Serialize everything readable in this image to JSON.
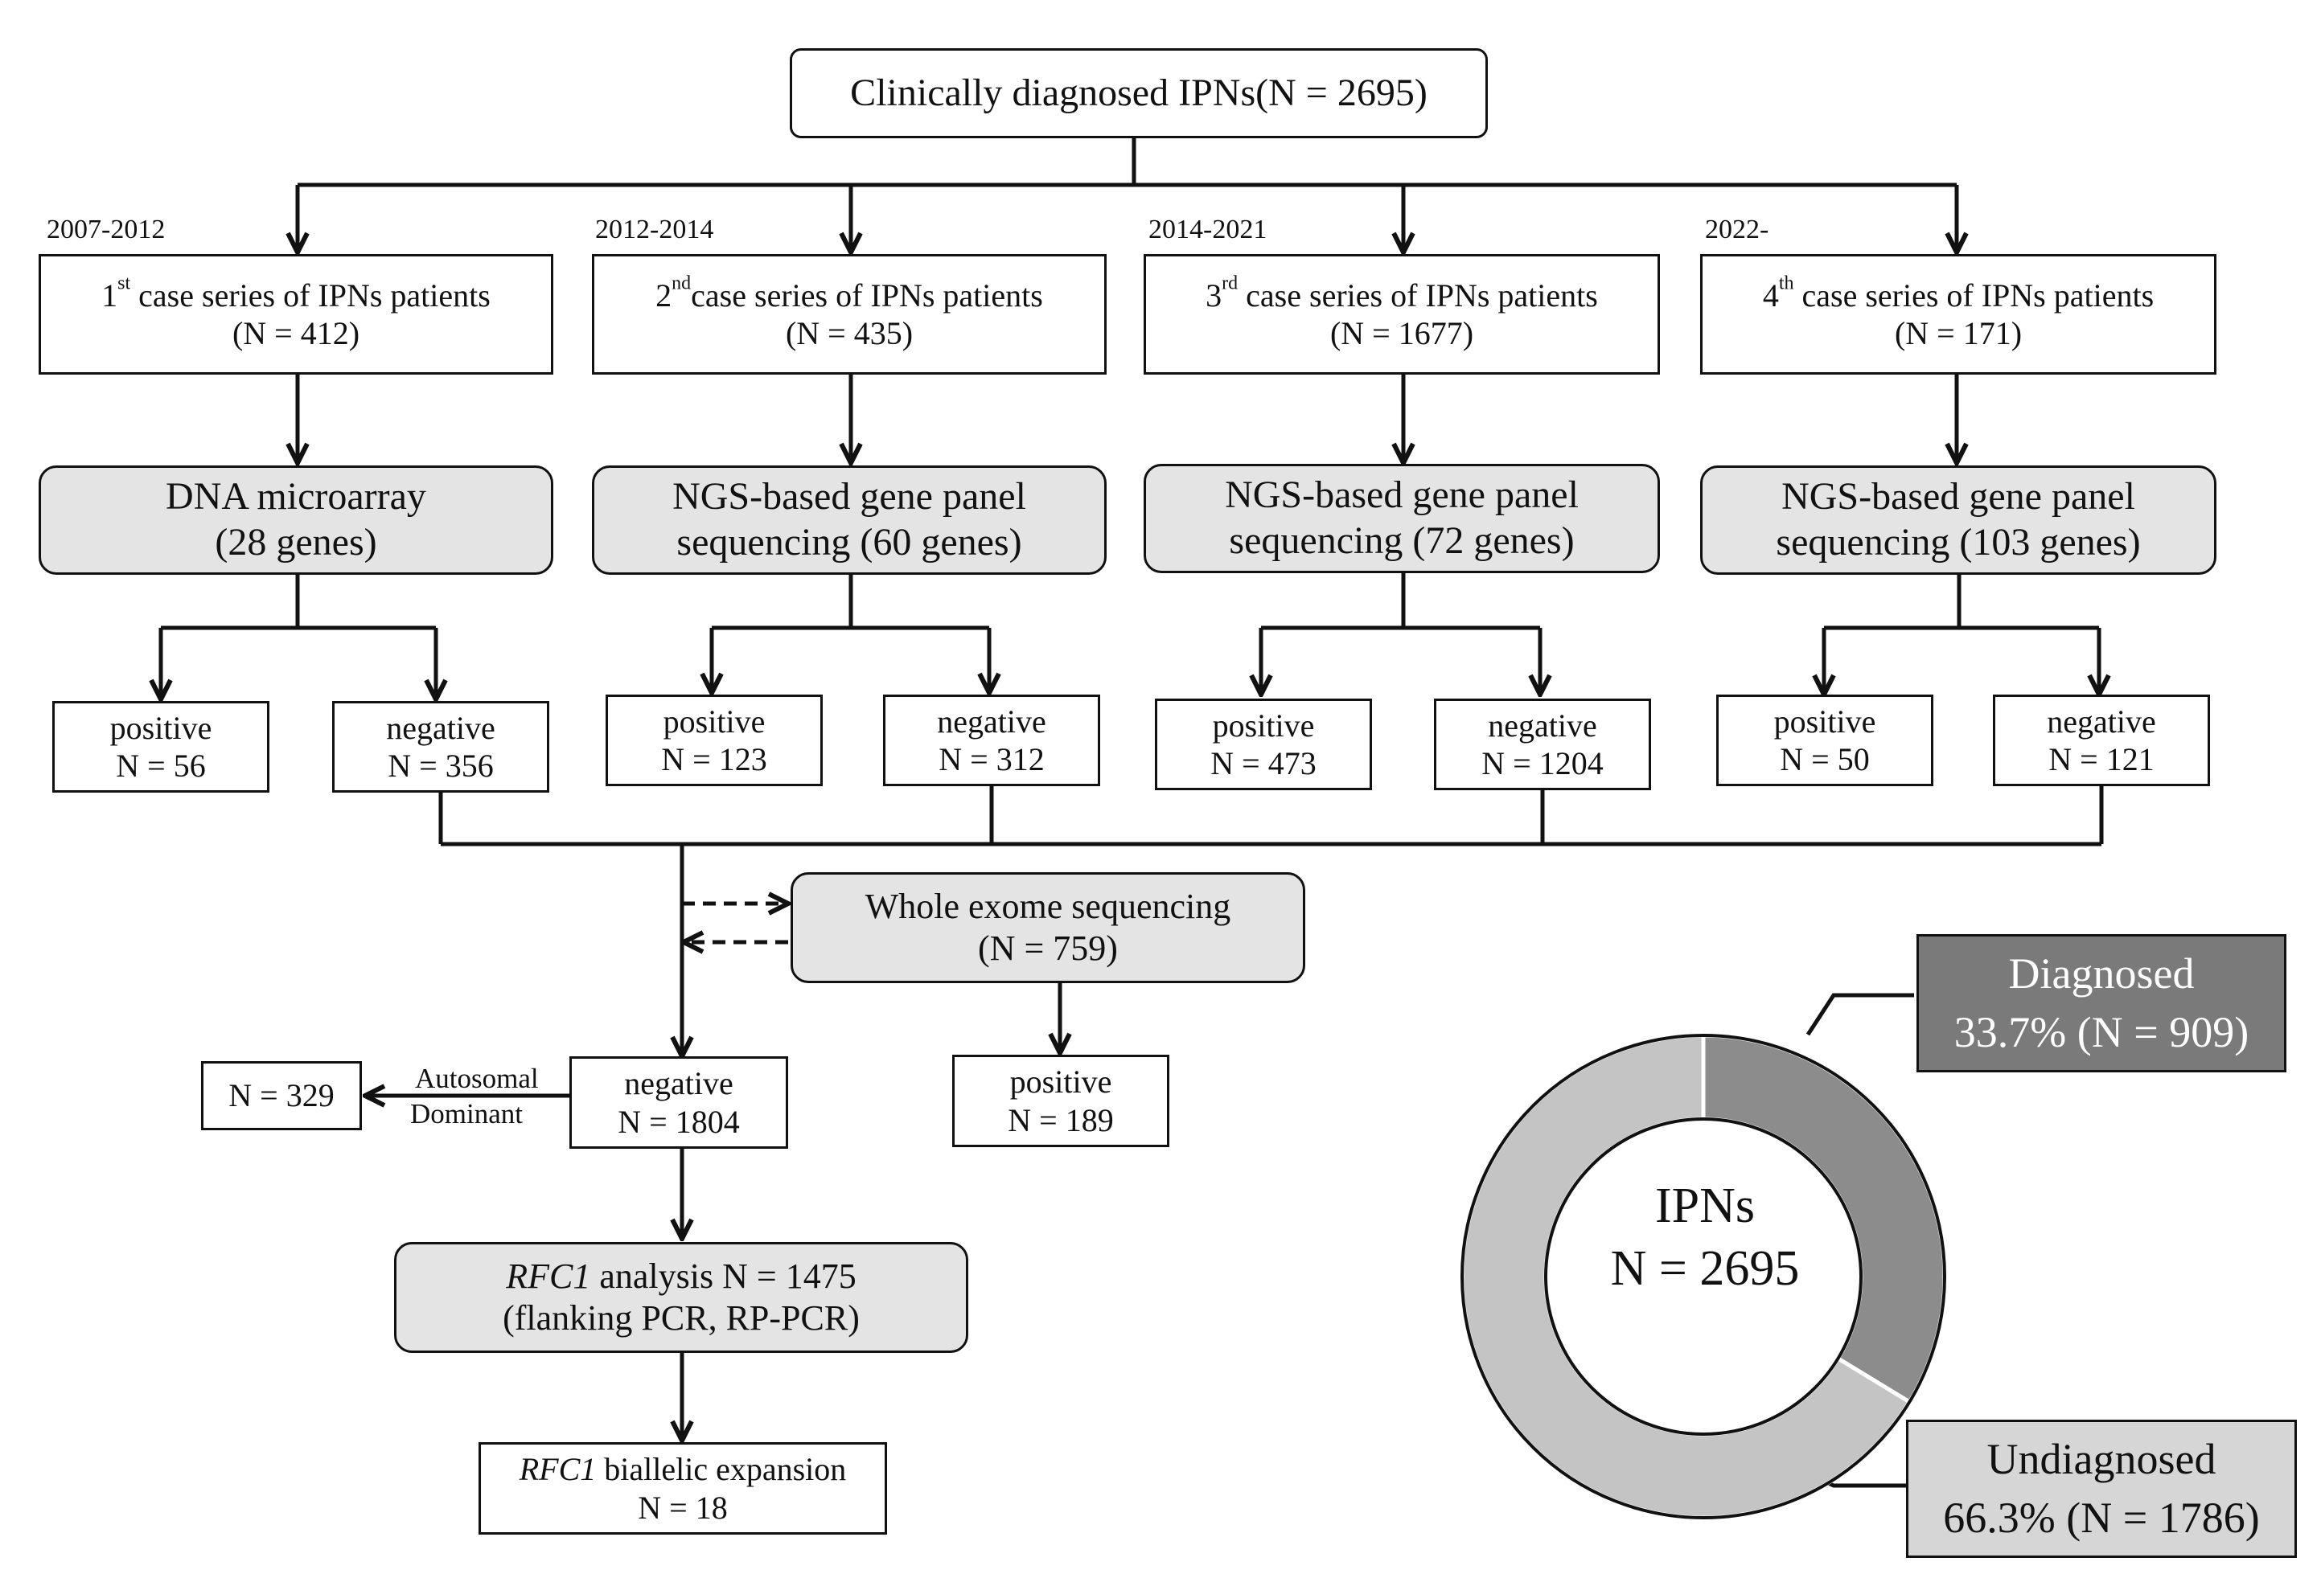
{
  "top": {
    "label": "Clinically diagnosed IPNs(N = 2695)"
  },
  "series": [
    {
      "period": "2007-2012",
      "ordinal": "1",
      "sup": "st",
      "series_text": " case series of IPNs patients",
      "n": "(N = 412)",
      "method_line1": "DNA microarray",
      "method_line2": "(28 genes)",
      "pos_label": "positive",
      "pos_n": "N = 56",
      "neg_label": "negative",
      "neg_n": "N = 356"
    },
    {
      "period": "2012-2014",
      "ordinal": "2",
      "sup": "nd",
      "series_text": "case series of IPNs patients",
      "n": "(N = 435)",
      "method_line1": "NGS-based gene panel",
      "method_line2": "sequencing (60 genes)",
      "pos_label": "positive",
      "pos_n": "N = 123",
      "neg_label": "negative",
      "neg_n": "N = 312"
    },
    {
      "period": "2014-2021",
      "ordinal": "3",
      "sup": "rd",
      "series_text": " case series of IPNs patients",
      "n": "(N = 1677)",
      "method_line1": "NGS-based gene panel",
      "method_line2": "sequencing (72 genes)",
      "pos_label": "positive",
      "pos_n": "N = 473",
      "neg_label": "negative",
      "neg_n": "N = 1204"
    },
    {
      "period": "2022-",
      "ordinal": "4",
      "sup": "th",
      "series_text": " case series of IPNs patients",
      "n": "(N = 171)",
      "method_line1": "NGS-based gene panel",
      "method_line2": "sequencing (103 genes)",
      "pos_label": "positive",
      "pos_n": "N = 50",
      "neg_label": "negative",
      "neg_n": "N = 121"
    }
  ],
  "wes": {
    "line1": "Whole exome sequencing",
    "line2": "(N = 759)"
  },
  "wes_positive": {
    "label": "positive",
    "n": "N = 189"
  },
  "combined_negative": {
    "label": "negative",
    "n": "N = 1804"
  },
  "ad": {
    "n": "N = 329",
    "label_line1": "Autosomal",
    "label_line2": "Dominant"
  },
  "rfc1_analysis": {
    "gene": "RFC1",
    "line1_rest": " analysis N = 1475",
    "line2": "(flanking PCR, RP-PCR)"
  },
  "rfc1_result": {
    "gene": "RFC1",
    "line1_rest": " biallelic expansion",
    "line2": "N = 18"
  },
  "donut": {
    "center_line1": "IPNs",
    "center_line2": "N = 2695",
    "diagnosed": {
      "label": "Diagnosed",
      "value": "33.7% (N = 909)",
      "fraction": 0.337,
      "color": "#8c8c8c",
      "legend_color": "#7a7a7a"
    },
    "undiagnosed": {
      "label": "Undiagnosed",
      "value": "66.3% (N = 1786)",
      "fraction": 0.663,
      "color": "#c4c4c4",
      "legend_color": "#d6d6d6"
    }
  }
}
